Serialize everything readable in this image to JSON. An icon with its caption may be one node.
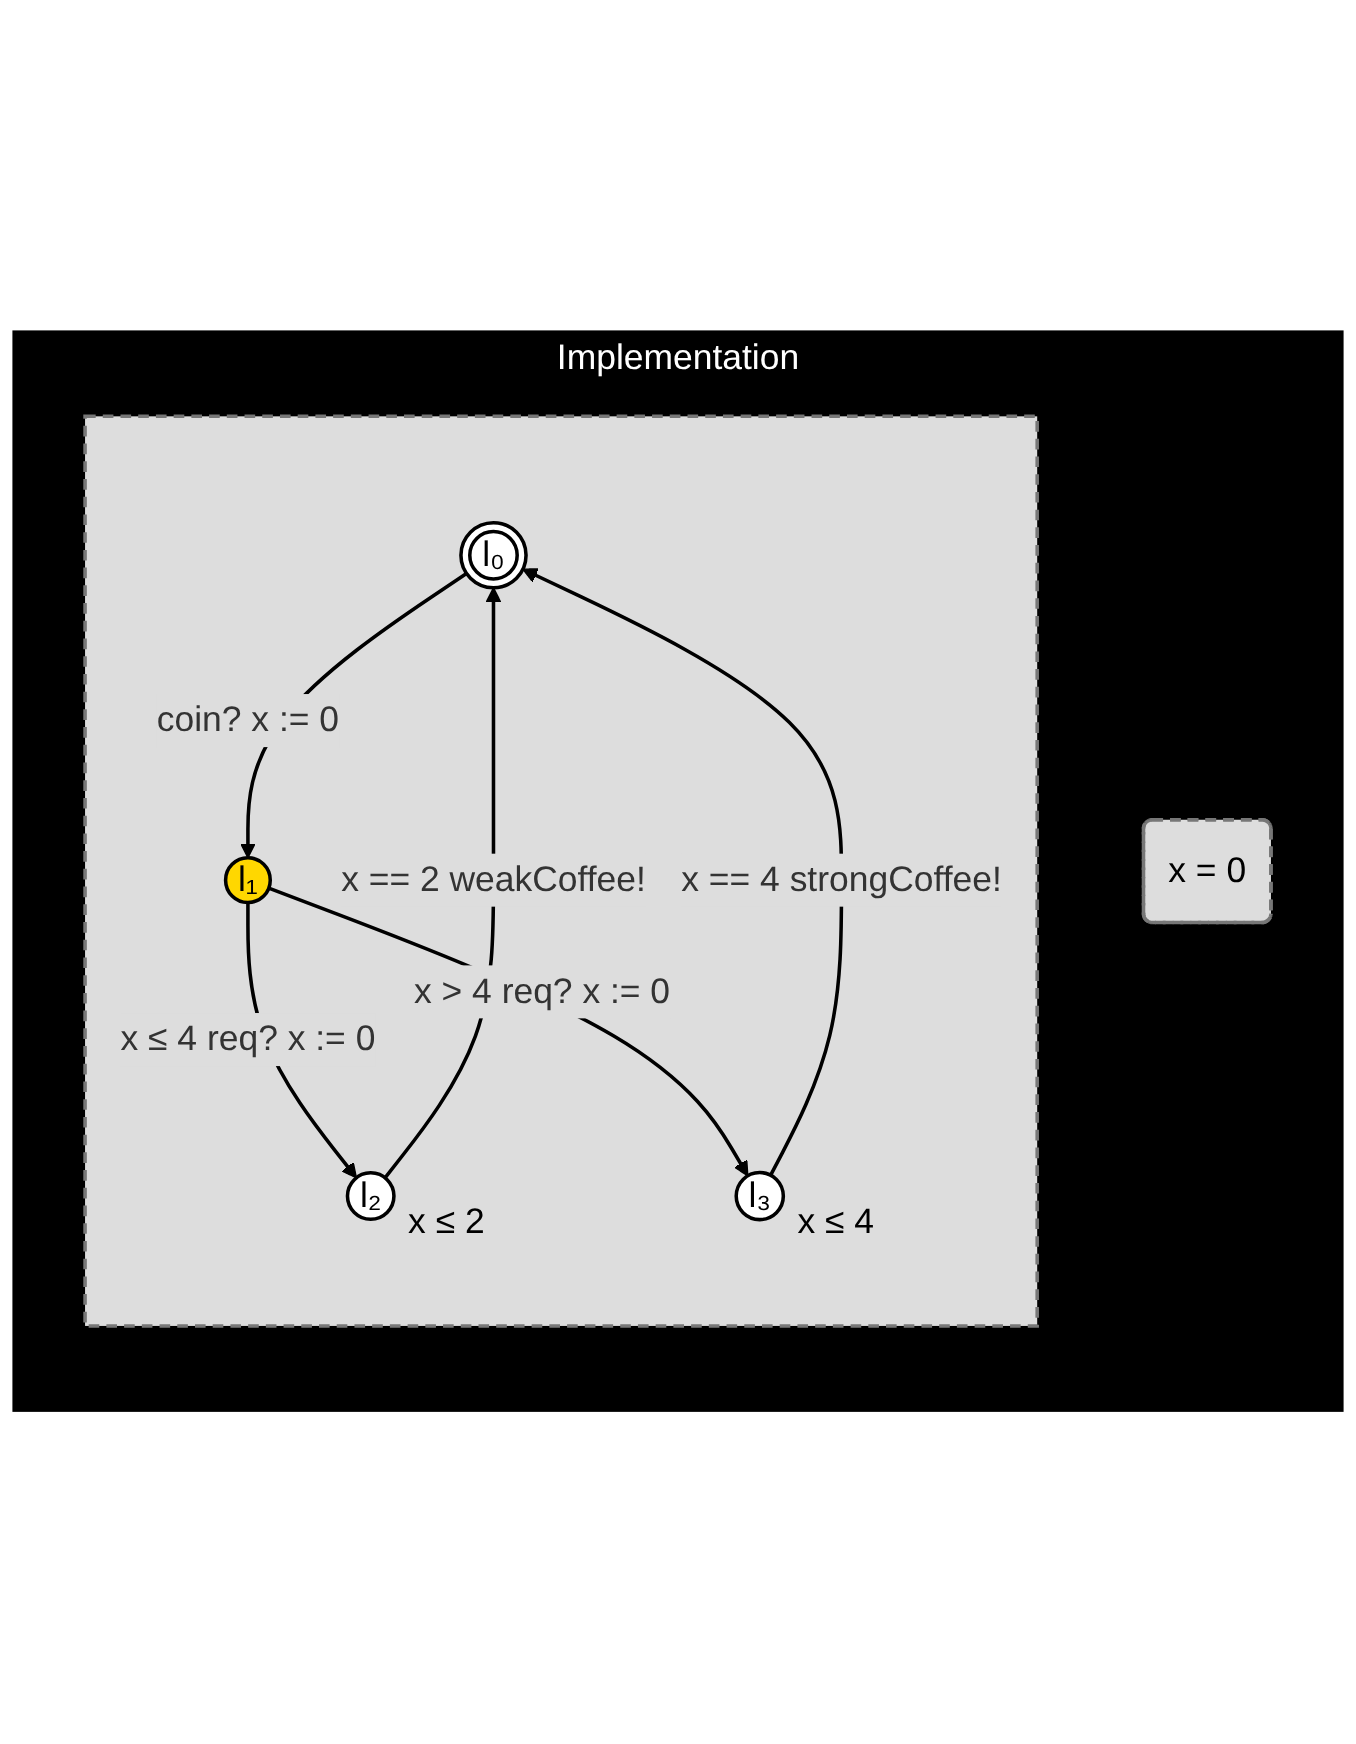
{
  "diagram": {
    "nodes": [
      {
        "text": [
          "Implementation"
        ]
      },
      {
        "text": [],
        "shape": "box",
        "in": 0
      },
      {
        "text": [
          "l₀"
        ],
        "in": 1
      },
      {
        "text": [
          "l₁"
        ],
        "in": 1
      },
      {
        "text": [
          "l₂"
        ],
        "beside": [
          "x ≤ 2"
        ],
        "in": 1
      },
      {
        "text": [
          "l₃"
        ],
        "beside": [
          "x ≤ 4"
        ],
        "in": 1
      },
      {
        "text": [
          "x = 0"
        ],
        "in": 0
      }
    ],
    "edges": [
      {
        "from": 2,
        "to": 3,
        "arrow": "to",
        "label": "coin? x := 0"
      },
      {
        "from": 3,
        "to": 4,
        "arrow": "to",
        "label": "x ≤ 4 req? x := 0"
      },
      {
        "from": 3,
        "to": 5,
        "arrow": "to",
        "label": "x > 4 req? x := 0"
      },
      {
        "from": 4,
        "to": 2,
        "arrow": "to",
        "label": "x == 2 weakCoffee!"
      },
      {
        "from": 5,
        "to": 2,
        "arrow": "to",
        "label": "x == 4 strongCoffee!"
      }
    ]
  }
}
